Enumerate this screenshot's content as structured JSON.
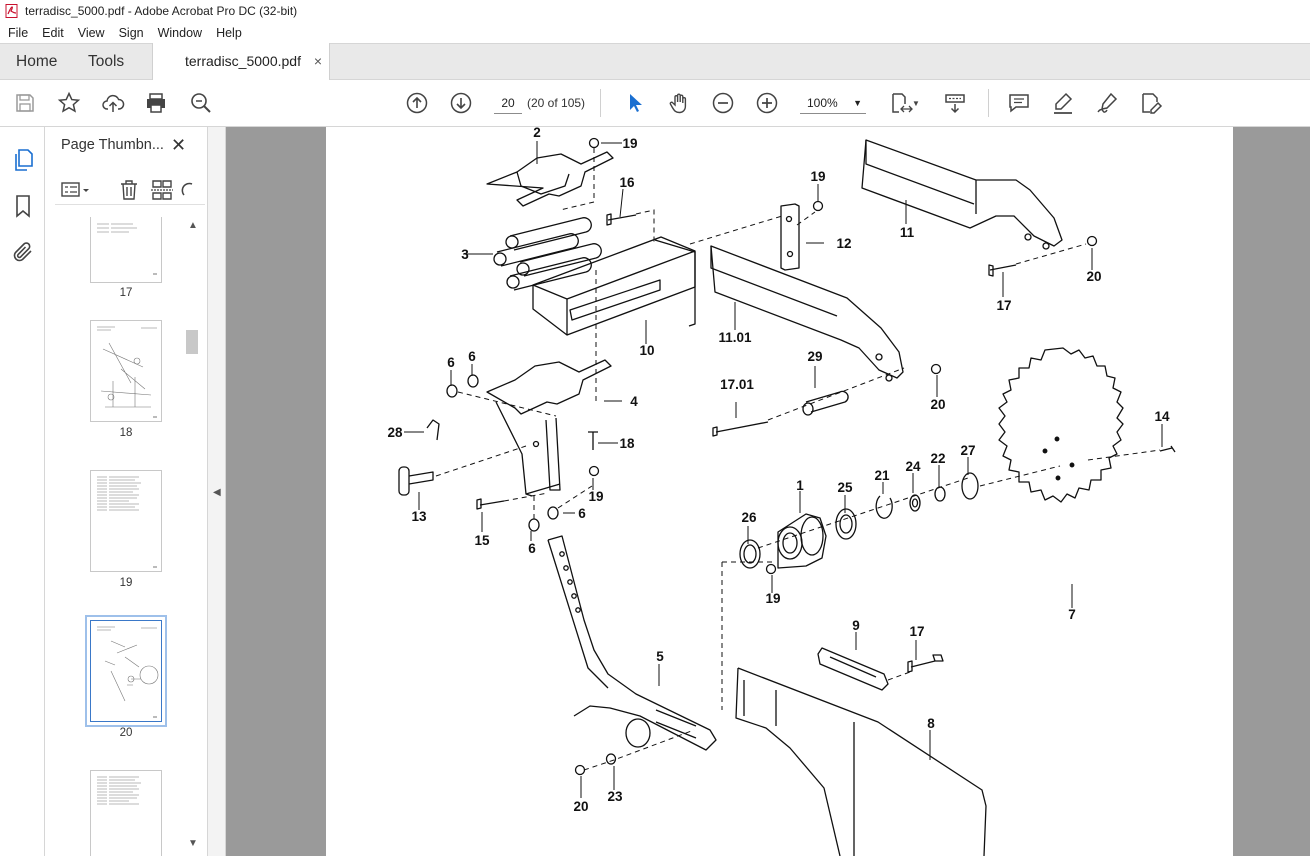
{
  "window": {
    "title": "terradisc_5000.pdf - Adobe Acrobat Pro DC (32-bit)"
  },
  "menu": [
    "File",
    "Edit",
    "View",
    "Sign",
    "Window",
    "Help"
  ],
  "tabs": {
    "home": "Home",
    "tools": "Tools",
    "document": "terradisc_5000.pdf",
    "close": "×"
  },
  "toolbar": {
    "page_number": "20",
    "page_count": "(20 of 105)",
    "zoom": "100%"
  },
  "thumbnails": {
    "title": "Page Thumbn...",
    "close": "✕",
    "pages": [
      {
        "label": "17",
        "selected": false
      },
      {
        "label": "18",
        "selected": false
      },
      {
        "label": "19",
        "selected": false
      },
      {
        "label": "20",
        "selected": true
      },
      {
        "label": "",
        "selected": false
      }
    ]
  },
  "diagram": {
    "labels": {
      "l2": "2",
      "l19a": "19",
      "l16": "16",
      "l19b": "19",
      "l11": "11",
      "l3": "3",
      "l12": "12",
      "l20a": "20",
      "l17a": "17",
      "l1101": "11.01",
      "l10": "10",
      "l6a": "6",
      "l6b": "6",
      "l29": "29",
      "l4": "4",
      "l1701": "17.01",
      "l20b": "20",
      "l14": "14",
      "l28": "28",
      "l18": "18",
      "l21": "21",
      "l24": "24",
      "l22": "22",
      "l27": "27",
      "l19c": "19",
      "l1": "1",
      "l25": "25",
      "l13": "13",
      "l15": "15",
      "l6c": "6",
      "l26": "26",
      "l6d": "6",
      "l19d": "19",
      "l7": "7",
      "l5": "5",
      "l9": "9",
      "l17b": "17",
      "l8": "8",
      "l20c": "20",
      "l23": "23"
    }
  }
}
